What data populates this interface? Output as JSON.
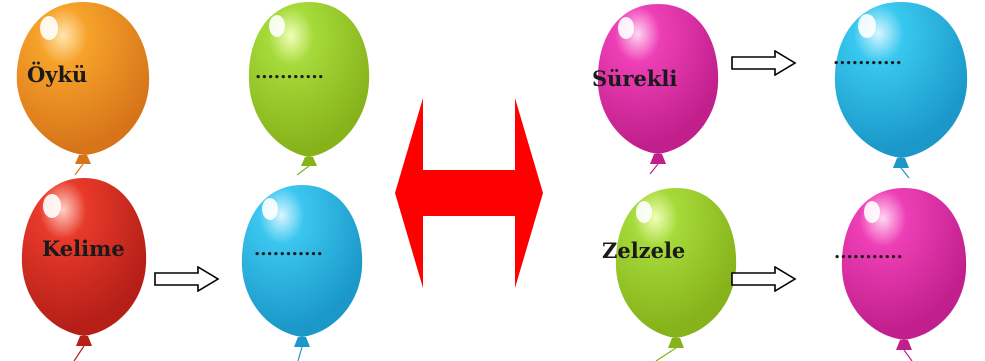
{
  "balloons": [
    {
      "id": "oyku",
      "label": "Öykü",
      "color": "#f6a22a",
      "hi": "#ffe6b0",
      "dark": "#d7741a",
      "group": "left"
    },
    {
      "id": "blank1",
      "label": "...........",
      "color": "#a6da3a",
      "hi": "#f0ffb8",
      "dark": "#86b21a",
      "group": "left"
    },
    {
      "id": "kelime",
      "label": "Kelime",
      "color": "#e83a2a",
      "hi": "#ffd0c4",
      "dark": "#b51f18",
      "group": "left"
    },
    {
      "id": "blank2",
      "label": "...........",
      "color": "#3bc6ef",
      "hi": "#d8f6ff",
      "dark": "#1b98c8",
      "group": "left"
    },
    {
      "id": "surekli",
      "label": "Sürekli",
      "color": "#ee3fb6",
      "hi": "#ffd6f2",
      "dark": "#c11f8c",
      "group": "right"
    },
    {
      "id": "blank3",
      "label": "...........",
      "color": "#38c8ef",
      "hi": "#d8f6ff",
      "dark": "#1b98c8",
      "group": "right"
    },
    {
      "id": "zelzele",
      "label": "Zelzele",
      "color": "#a6da3a",
      "hi": "#f0ffb8",
      "dark": "#86b21a",
      "group": "right"
    },
    {
      "id": "blank4",
      "label": "...........",
      "color": "#ee3fb6",
      "hi": "#ffd6f2",
      "dark": "#c11f8c",
      "group": "right"
    }
  ],
  "colors": {
    "center_arrow": "#ff0000",
    "arrow_outline": "#000000"
  },
  "icons": {
    "center": "double-headed-arrow-icon",
    "pointer": "right-arrow-icon"
  }
}
